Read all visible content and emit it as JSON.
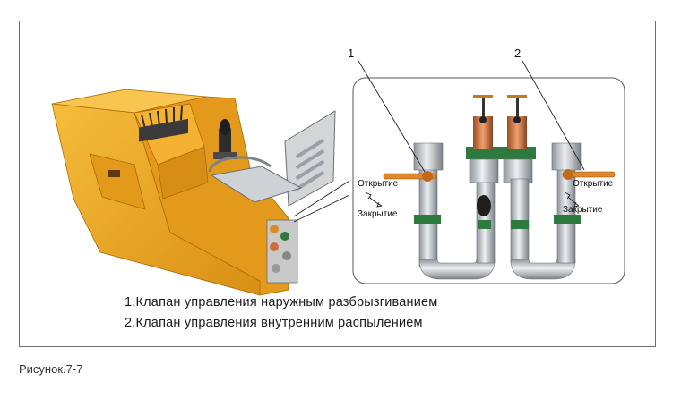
{
  "callouts": [
    "1",
    "2"
  ],
  "valve_1": {
    "open_label": "Открытие",
    "closed_label": "Закрытие"
  },
  "valve_2": {
    "open_label": "Открытие",
    "closed_label": "Закрытие"
  },
  "legend": [
    "1.Клапан управления наружным разбрызгиванием",
    "2.Клапан управления внутренним распылением"
  ],
  "caption": "Рисунок.7-7",
  "colors": {
    "machine_body": "#f0a81e",
    "machine_shadow": "#c27d0e",
    "pipe_metal": "#b9bec3",
    "valve_green": "#2d7a3e",
    "handle_orange": "#e0892a",
    "copper": "#c8703a"
  }
}
